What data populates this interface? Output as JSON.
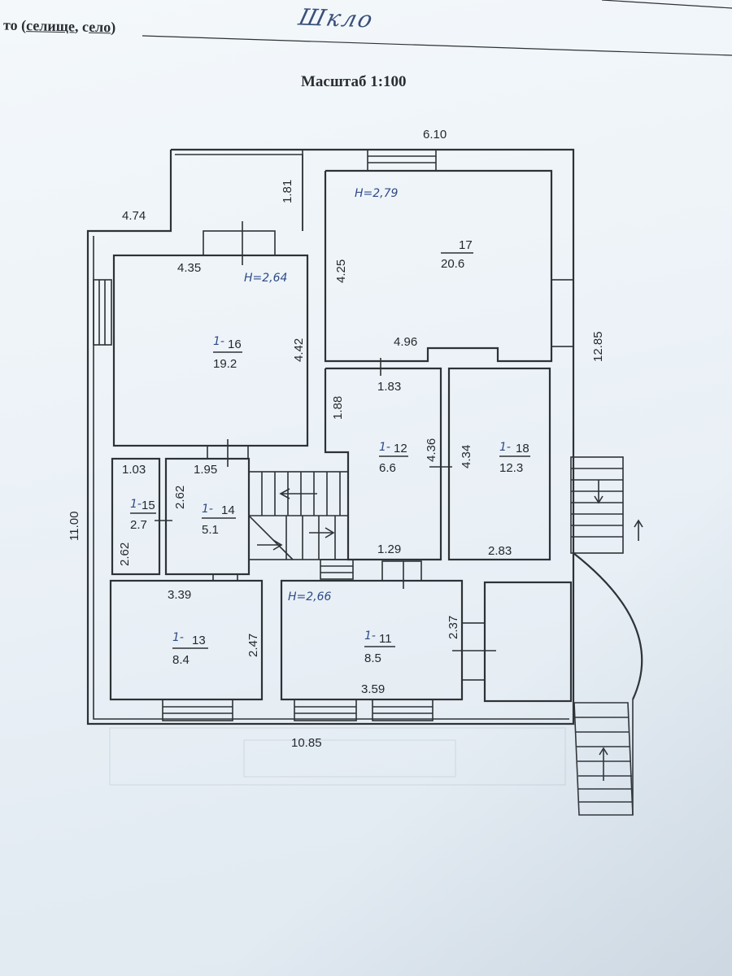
{
  "header": {
    "label_prefix": "то (",
    "label_u1": "селище",
    "label_mid": ", с",
    "label_u2": "ело",
    "label_suffix": ")",
    "handwritten_place": "Шкло",
    "scale": "Масштаб 1:100"
  },
  "dimensions": {
    "top_total": "6.10",
    "annex_left": "4.74",
    "annex_depth": "1.81",
    "right_total": "12.85",
    "left_total": "11.00",
    "bottom_total": "10.85",
    "r16_width": "4.35",
    "r16_depth": "4.42",
    "r17_depth": "4.25",
    "r17_width": "4.96",
    "r12_width": "1.83",
    "r12_side": "1.88",
    "r12_depth": "4.36",
    "r12_bottom": "1.29",
    "r18_depth": "4.34",
    "r18_width": "2.83",
    "r15_width": "1.03",
    "r15_depth": "2.62",
    "r14_width": "1.95",
    "r14_depth": "2.62",
    "r13_width": "3.39",
    "r13_depth": "2.47",
    "r11_side": "2.37",
    "r11_width": "3.59"
  },
  "heights": {
    "h16": "Н=2,64",
    "h17": "Н=2,79",
    "h11": "Н=2,66"
  },
  "rooms": [
    {
      "id": "16",
      "prefix": "1-",
      "area": "19.2"
    },
    {
      "id": "17",
      "prefix": "",
      "area": "20.6"
    },
    {
      "id": "12",
      "prefix": "1-",
      "area": "6.6"
    },
    {
      "id": "18",
      "prefix": "1-",
      "area": "12.3"
    },
    {
      "id": "15",
      "prefix": "1-",
      "area": "2.7"
    },
    {
      "id": "14",
      "prefix": "1-",
      "area": "5.1"
    },
    {
      "id": "13",
      "prefix": "1-",
      "area": "8.4"
    },
    {
      "id": "11",
      "prefix": "1-",
      "area": "8.5"
    }
  ]
}
